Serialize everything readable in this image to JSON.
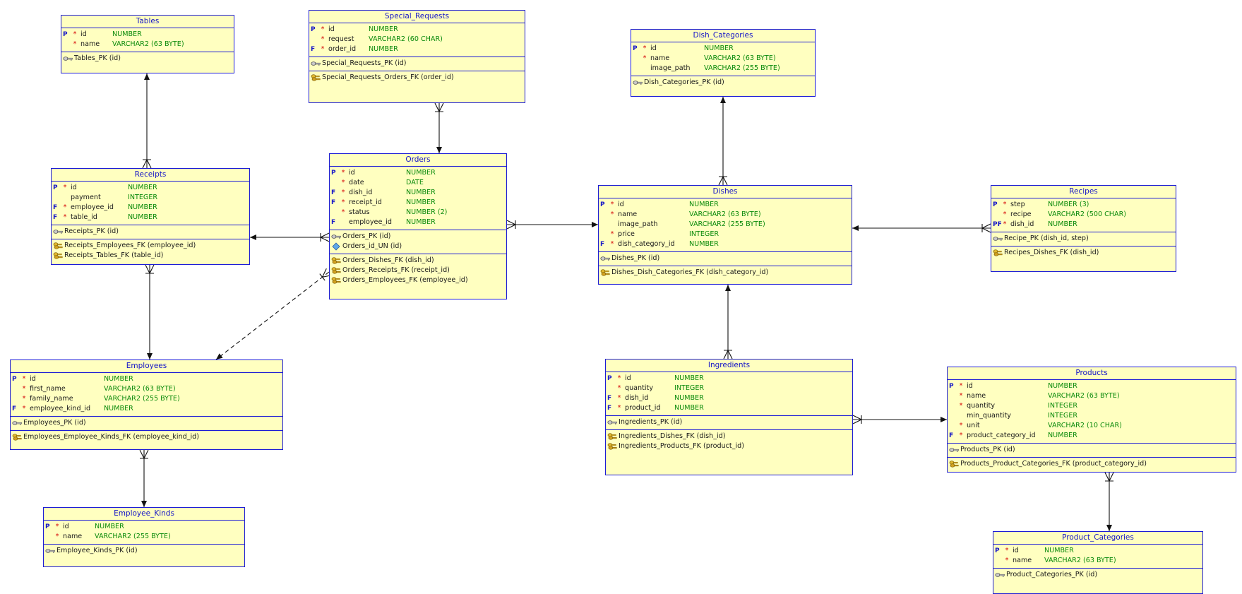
{
  "entities": {
    "tables": {
      "title": "Tables",
      "columns": [
        {
          "flag": "P",
          "req": "*",
          "name": "id",
          "type": "NUMBER"
        },
        {
          "flag": "",
          "req": "*",
          "name": "name",
          "type": "VARCHAR2 (63 BYTE)"
        }
      ],
      "keys": [
        {
          "icon": "pk",
          "text": "Tables_PK (id)"
        }
      ],
      "fks": []
    },
    "special_requests": {
      "title": "Special_Requests",
      "columns": [
        {
          "flag": "P",
          "req": "*",
          "name": "id",
          "type": "NUMBER"
        },
        {
          "flag": "",
          "req": "*",
          "name": "request",
          "type": "VARCHAR2 (60 CHAR)"
        },
        {
          "flag": "F",
          "req": "*",
          "name": "order_id",
          "type": "NUMBER"
        }
      ],
      "keys": [
        {
          "icon": "pk",
          "text": "Special_Requests_PK (id)"
        }
      ],
      "fks": [
        {
          "icon": "fk",
          "text": "Special_Requests_Orders_FK (order_id)"
        }
      ]
    },
    "dish_categories": {
      "title": "Dish_Categories",
      "columns": [
        {
          "flag": "P",
          "req": "*",
          "name": "id",
          "type": "NUMBER"
        },
        {
          "flag": "",
          "req": "*",
          "name": "name",
          "type": "VARCHAR2 (63 BYTE)"
        },
        {
          "flag": "",
          "req": "",
          "name": "image_path",
          "type": "VARCHAR2 (255 BYTE)"
        }
      ],
      "keys": [
        {
          "icon": "pk",
          "text": "Dish_Categories_PK (id)"
        }
      ],
      "fks": []
    },
    "receipts": {
      "title": "Receipts",
      "columns": [
        {
          "flag": "P",
          "req": "*",
          "name": "id",
          "type": "NUMBER"
        },
        {
          "flag": "",
          "req": "",
          "name": "payment",
          "type": "INTEGER"
        },
        {
          "flag": "F",
          "req": "*",
          "name": "employee_id",
          "type": "NUMBER"
        },
        {
          "flag": "F",
          "req": "*",
          "name": "table_id",
          "type": "NUMBER"
        }
      ],
      "keys": [
        {
          "icon": "pk",
          "text": "Receipts_PK (id)"
        }
      ],
      "fks": [
        {
          "icon": "fk",
          "text": "Receipts_Employees_FK (employee_id)"
        },
        {
          "icon": "fk",
          "text": "Receipts_Tables_FK (table_id)"
        }
      ]
    },
    "orders": {
      "title": "Orders",
      "columns": [
        {
          "flag": "P",
          "req": "*",
          "name": "id",
          "type": "NUMBER"
        },
        {
          "flag": "",
          "req": "*",
          "name": "date",
          "type": "DATE"
        },
        {
          "flag": "F",
          "req": "*",
          "name": "dish_id",
          "type": "NUMBER"
        },
        {
          "flag": "F",
          "req": "*",
          "name": "receipt_id",
          "type": "NUMBER"
        },
        {
          "flag": "",
          "req": "*",
          "name": "status",
          "type": "NUMBER (2)"
        },
        {
          "flag": "F",
          "req": "",
          "name": "employee_id",
          "type": "NUMBER"
        }
      ],
      "keys": [
        {
          "icon": "pk",
          "text": "Orders_PK (id)"
        },
        {
          "icon": "uk",
          "text": "Orders_id_UN (id)"
        }
      ],
      "fks": [
        {
          "icon": "fk",
          "text": "Orders_Dishes_FK (dish_id)"
        },
        {
          "icon": "fk",
          "text": "Orders_Receipts_FK (receipt_id)"
        },
        {
          "icon": "fk",
          "text": "Orders_Employees_FK (employee_id)"
        }
      ]
    },
    "dishes": {
      "title": "Dishes",
      "columns": [
        {
          "flag": "P",
          "req": "*",
          "name": "id",
          "type": "NUMBER"
        },
        {
          "flag": "",
          "req": "*",
          "name": "name",
          "type": "VARCHAR2 (63 BYTE)"
        },
        {
          "flag": "",
          "req": "",
          "name": "image_path",
          "type": "VARCHAR2 (255 BYTE)"
        },
        {
          "flag": "",
          "req": "*",
          "name": "price",
          "type": "INTEGER"
        },
        {
          "flag": "F",
          "req": "*",
          "name": "dish_category_id",
          "type": "NUMBER"
        }
      ],
      "keys": [
        {
          "icon": "pk",
          "text": "Dishes_PK (id)"
        }
      ],
      "fks": [
        {
          "icon": "fk",
          "text": "Dishes_Dish_Categories_FK (dish_category_id)"
        }
      ]
    },
    "recipes": {
      "title": "Recipes",
      "columns": [
        {
          "flag": "P",
          "req": "*",
          "name": "step",
          "type": "NUMBER (3)"
        },
        {
          "flag": "",
          "req": "*",
          "name": "recipe",
          "type": "VARCHAR2 (500 CHAR)"
        },
        {
          "flag": "PF",
          "req": "*",
          "name": "dish_id",
          "type": "NUMBER"
        }
      ],
      "keys": [
        {
          "icon": "pk",
          "text": "Recipe_PK (dish_id, step)"
        }
      ],
      "fks": [
        {
          "icon": "fk",
          "text": "Recipes_Dishes_FK (dish_id)"
        }
      ]
    },
    "employees": {
      "title": "Employees",
      "columns": [
        {
          "flag": "P",
          "req": "*",
          "name": "id",
          "type": "NUMBER"
        },
        {
          "flag": "",
          "req": "*",
          "name": "first_name",
          "type": "VARCHAR2 (63 BYTE)"
        },
        {
          "flag": "",
          "req": "*",
          "name": "family_name",
          "type": "VARCHAR2 (255 BYTE)"
        },
        {
          "flag": "F",
          "req": "*",
          "name": "employee_kind_id",
          "type": "NUMBER"
        }
      ],
      "keys": [
        {
          "icon": "pk",
          "text": "Employees_PK (id)"
        }
      ],
      "fks": [
        {
          "icon": "fk",
          "text": "Employees_Employee_Kinds_FK (employee_kind_id)"
        }
      ]
    },
    "ingredients": {
      "title": "Ingredients",
      "columns": [
        {
          "flag": "P",
          "req": "*",
          "name": "id",
          "type": "NUMBER"
        },
        {
          "flag": "",
          "req": "*",
          "name": "quantity",
          "type": "INTEGER"
        },
        {
          "flag": "F",
          "req": "*",
          "name": "dish_id",
          "type": "NUMBER"
        },
        {
          "flag": "F",
          "req": "*",
          "name": "product_id",
          "type": "NUMBER"
        }
      ],
      "keys": [
        {
          "icon": "pk",
          "text": "Ingredients_PK (id)"
        }
      ],
      "fks": [
        {
          "icon": "fk",
          "text": "Ingredients_Dishes_FK (dish_id)"
        },
        {
          "icon": "fk",
          "text": "Ingredients_Products_FK (product_id)"
        }
      ]
    },
    "products": {
      "title": "Products",
      "columns": [
        {
          "flag": "P",
          "req": "*",
          "name": "id",
          "type": "NUMBER"
        },
        {
          "flag": "",
          "req": "*",
          "name": "name",
          "type": "VARCHAR2 (63 BYTE)"
        },
        {
          "flag": "",
          "req": "*",
          "name": "quantity",
          "type": "INTEGER"
        },
        {
          "flag": "",
          "req": "",
          "name": "min_quantity",
          "type": "INTEGER"
        },
        {
          "flag": "",
          "req": "*",
          "name": "unit",
          "type": "VARCHAR2 (10 CHAR)"
        },
        {
          "flag": "F",
          "req": "*",
          "name": "product_category_id",
          "type": "NUMBER"
        }
      ],
      "keys": [
        {
          "icon": "pk",
          "text": "Products_PK (id)"
        }
      ],
      "fks": [
        {
          "icon": "fk",
          "text": "Products_Product_Categories_FK (product_category_id)"
        }
      ]
    },
    "employee_kinds": {
      "title": "Employee_Kinds",
      "columns": [
        {
          "flag": "P",
          "req": "*",
          "name": "id",
          "type": "NUMBER"
        },
        {
          "flag": "",
          "req": "*",
          "name": "name",
          "type": "VARCHAR2 (255 BYTE)"
        }
      ],
      "keys": [
        {
          "icon": "pk",
          "text": "Employee_Kinds_PK (id)"
        }
      ],
      "fks": []
    },
    "product_categories": {
      "title": "Product_Categories",
      "columns": [
        {
          "flag": "P",
          "req": "*",
          "name": "id",
          "type": "NUMBER"
        },
        {
          "flag": "",
          "req": "*",
          "name": "name",
          "type": "VARCHAR2 (63 BYTE)"
        }
      ],
      "keys": [
        {
          "icon": "pk",
          "text": "Product_Categories_PK (id)"
        }
      ],
      "fks": []
    }
  },
  "relations": [
    {
      "from": "receipts",
      "to": "tables",
      "style": "solid"
    },
    {
      "from": "orders",
      "to": "special_requests",
      "style": "solid"
    },
    {
      "from": "dishes",
      "to": "dish_categories",
      "style": "solid"
    },
    {
      "from": "orders",
      "to": "receipts",
      "style": "solid"
    },
    {
      "from": "orders",
      "to": "dishes",
      "style": "solid"
    },
    {
      "from": "recipes",
      "to": "dishes",
      "style": "solid"
    },
    {
      "from": "receipts",
      "to": "employees",
      "style": "solid"
    },
    {
      "from": "orders",
      "to": "employees",
      "style": "dashed"
    },
    {
      "from": "employees",
      "to": "employee_kinds",
      "style": "solid"
    },
    {
      "from": "ingredients",
      "to": "dishes",
      "style": "solid"
    },
    {
      "from": "ingredients",
      "to": "products",
      "style": "solid"
    },
    {
      "from": "products",
      "to": "product_categories",
      "style": "solid"
    }
  ],
  "colors": {
    "entity_fill": "#ffffc0",
    "entity_border": "#1c1cd6",
    "title_text": "#1414c8",
    "type_text": "#0a8a0a",
    "required_marker": "#d40000",
    "line": "#111111"
  }
}
